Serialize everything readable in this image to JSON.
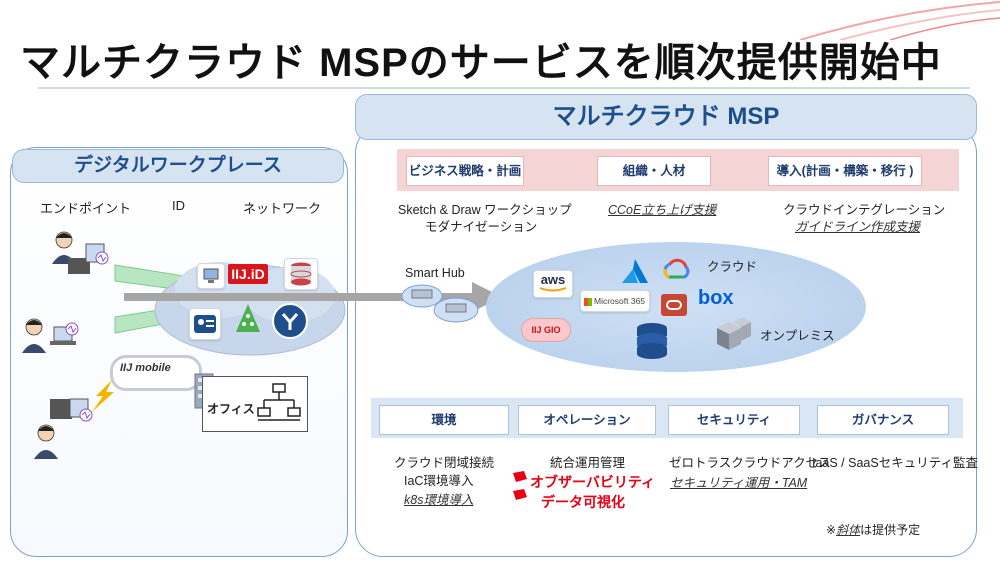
{
  "slide": {
    "title": "マルチクラウド MSPのサービスを順次提供開始中"
  },
  "left_panel": {
    "header": "デジタルワークプレース",
    "categories": [
      "エンドポイント",
      "ID",
      "ネットワーク"
    ],
    "iijid_logo": "IIJ.iD",
    "mobile_logo": "IIJ mobile",
    "office_label": "オフィス"
  },
  "right_panel": {
    "header": "マルチクラウド MSP",
    "top_boxes": [
      "ビジネス戦略・計画",
      "組織・人材",
      "導入(計画・構築・移行 )"
    ],
    "top_desc": {
      "strategy_line1": "Sketch & Draw ワークショップ",
      "strategy_line2": "モダナイゼーション",
      "org_line1": "CCoE立ち上げ支援",
      "intro_line1": "クラウドインテグレーション",
      "intro_line2": "ガイドライン作成支援"
    },
    "smart_hub_label": "Smart Hub",
    "cloud_label": "クラウド",
    "onprem_label": "オンプレミス",
    "logos": {
      "aws": "aws",
      "ms365": "Microsoft 365",
      "iijgio": "IIJ GIO",
      "box": "box"
    },
    "bottom_boxes": [
      "環境",
      "オペレーション",
      "セキュリティ",
      "ガバナンス"
    ],
    "bottom_desc": {
      "env_line1": "クラウド閉域接続",
      "env_line2": "IaC環境導入",
      "env_line3": "k8s環境導入",
      "ops_line1": "統合運用管理",
      "ops_line2": "オブザーバビリティ",
      "ops_line3": "データ可視化",
      "sec_line1": "ゼロトラスクラウドアクセス",
      "sec_line2": "セキュリティ運用・TAM",
      "gov_line1": "IaaS / SaaSセキュリティ監査"
    },
    "footnote_prefix": "※",
    "footnote_italic": "斜体",
    "footnote_suffix": "は提供予定"
  },
  "colors": {
    "accent_blue": "#1f4e8c",
    "panel_border": "#7aa2cf",
    "pink_band": "#f5d4d6",
    "blue_band": "#d9e6f3",
    "highlight_red": "#e60012"
  }
}
